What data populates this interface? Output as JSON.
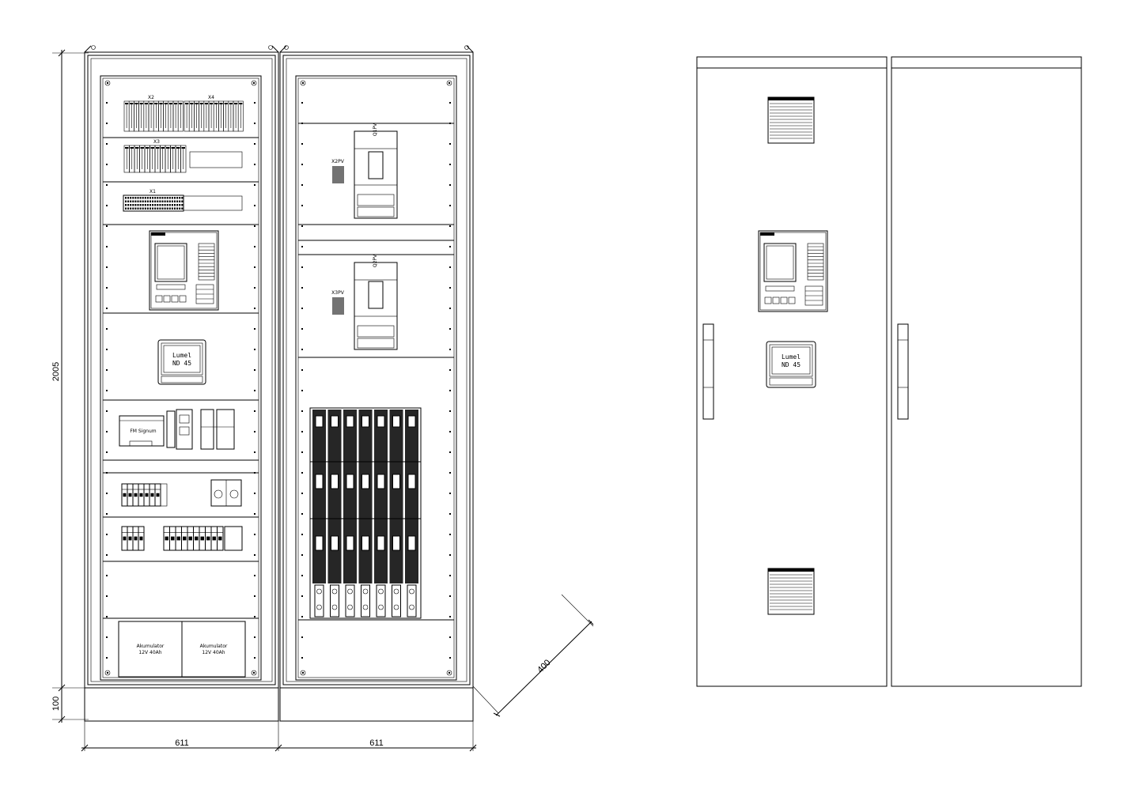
{
  "dimensions": {
    "height_total": "2005",
    "height_plinth": "100",
    "width_left": "611",
    "width_right": "611",
    "depth": "400"
  },
  "left_cabinet": {
    "terminal_x2": "X2",
    "terminal_x4": "X4",
    "terminal_x3": "X3",
    "terminal_x1": "X1",
    "meter_brand": "Lumel",
    "meter_model": "ND 45",
    "router_brand": "FM Signum",
    "battery_1_line1": "Akumulator",
    "battery_1_line2": "12V 40Ah",
    "battery_2_line1": "Akumulator",
    "battery_2_line2": "12V 40Ah"
  },
  "right_cabinet": {
    "breaker_1_top": "Q1PV",
    "breaker_1_side": "X2PV",
    "breaker_2_top": "Q2PV",
    "breaker_2_side": "X3PV"
  },
  "front_view": {
    "meter_brand": "Lumel",
    "meter_model": "ND 45"
  }
}
